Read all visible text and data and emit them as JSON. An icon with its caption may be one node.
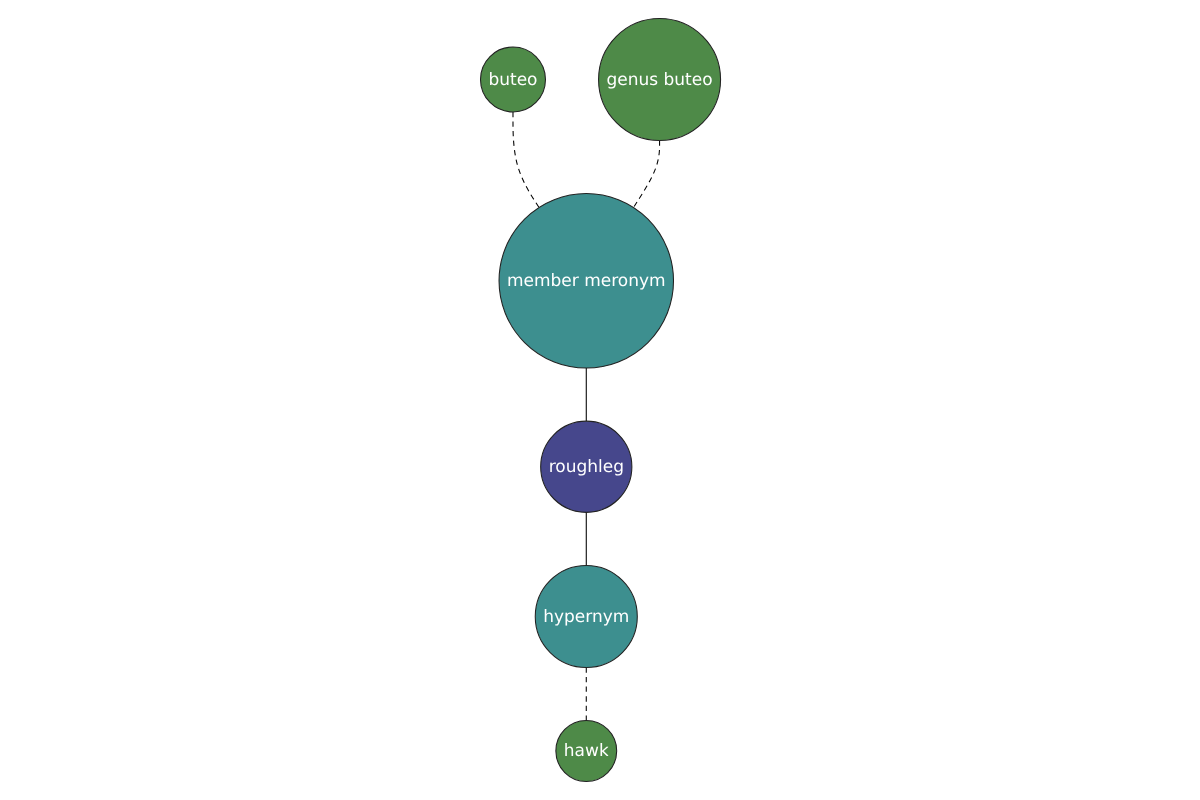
{
  "diagram": {
    "nodes": [
      {
        "text": [
          "buteo"
        ]
      },
      {
        "text": [
          "genus buteo"
        ]
      },
      {
        "text": [
          "member meronym"
        ]
      },
      {
        "text": [
          "roughleg"
        ]
      },
      {
        "text": [
          "hypernym"
        ]
      },
      {
        "text": [
          "hawk"
        ]
      }
    ],
    "edges": [
      {
        "from": 0,
        "to": 2,
        "arrow": "none",
        "style": "dashed"
      },
      {
        "from": 1,
        "to": 2,
        "arrow": "none",
        "style": "dashed"
      },
      {
        "from": 2,
        "to": 3,
        "arrow": "none"
      },
      {
        "from": 3,
        "to": 4,
        "arrow": "none"
      },
      {
        "from": 4,
        "to": 5,
        "arrow": "none",
        "style": "dashed"
      }
    ]
  }
}
